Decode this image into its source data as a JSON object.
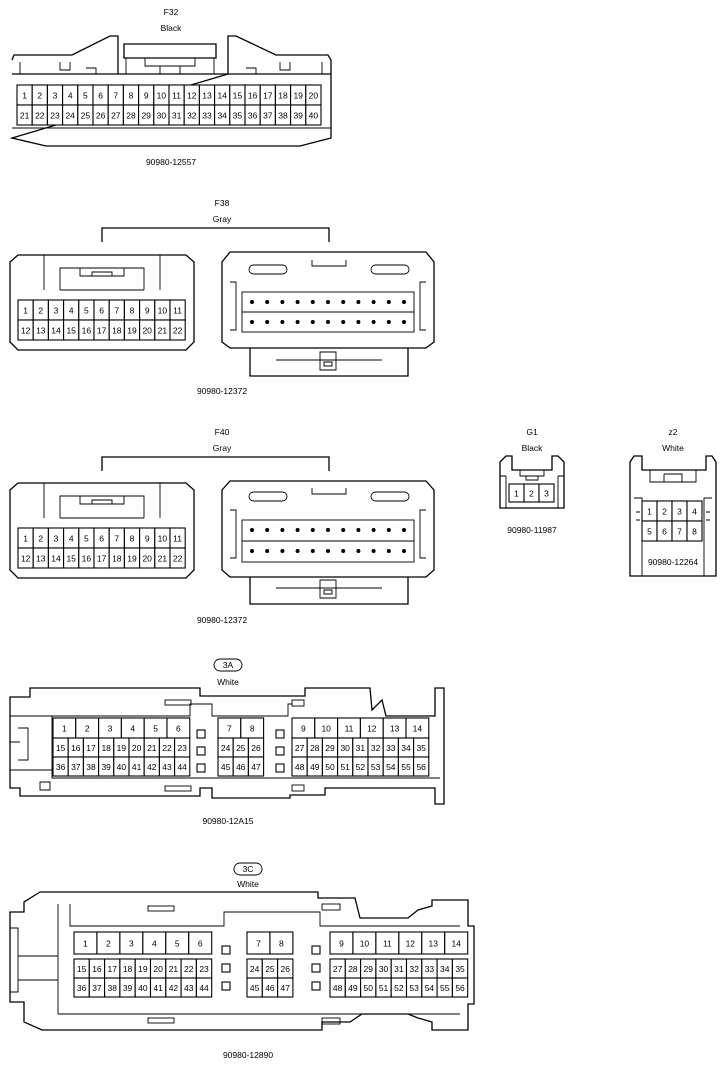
{
  "connectors": [
    {
      "id": "f32",
      "code": "F32",
      "color": "Black",
      "part": "90980-12557",
      "pins": [
        [
          "1",
          "2",
          "3",
          "4",
          "5",
          "6",
          "7",
          "8",
          "9",
          "10",
          "11",
          "12",
          "13",
          "14",
          "15",
          "16",
          "17",
          "18",
          "19",
          "20"
        ],
        [
          "21",
          "22",
          "23",
          "24",
          "25",
          "26",
          "27",
          "28",
          "29",
          "30",
          "31",
          "32",
          "33",
          "34",
          "35",
          "36",
          "37",
          "38",
          "39",
          "40"
        ]
      ]
    },
    {
      "id": "f38",
      "code": "F38",
      "color": "Gray",
      "part": "90980-12372",
      "pins": [
        [
          "1",
          "2",
          "3",
          "4",
          "5",
          "6",
          "7",
          "8",
          "9",
          "10",
          "11"
        ],
        [
          "12",
          "13",
          "14",
          "15",
          "16",
          "17",
          "18",
          "19",
          "20",
          "21",
          "22"
        ]
      ]
    },
    {
      "id": "f40",
      "code": "F40",
      "color": "Gray",
      "part": "90980-12372",
      "pins": [
        [
          "1",
          "2",
          "3",
          "4",
          "5",
          "6",
          "7",
          "8",
          "9",
          "10",
          "11"
        ],
        [
          "12",
          "13",
          "14",
          "15",
          "16",
          "17",
          "18",
          "19",
          "20",
          "21",
          "22"
        ]
      ]
    },
    {
      "id": "g1",
      "code": "G1",
      "color": "Black",
      "part": "90980-11987",
      "pins": [
        [
          "1",
          "2",
          "3"
        ]
      ]
    },
    {
      "id": "z2",
      "code": "z2",
      "color": "White",
      "part": "90980-12264",
      "pins": [
        [
          "1",
          "2",
          "3",
          "4"
        ],
        [
          "5",
          "6",
          "7",
          "8"
        ]
      ]
    },
    {
      "id": "c3a",
      "code": "3A",
      "color": "White",
      "part": "90980-12A15",
      "blocks": [
        {
          "top": [
            "1",
            "2",
            "3",
            "4",
            "5",
            "6"
          ],
          "r2": [
            "15",
            "16",
            "17",
            "18",
            "19",
            "20",
            "21",
            "22",
            "23"
          ],
          "r3": [
            "36",
            "37",
            "38",
            "39",
            "40",
            "41",
            "42",
            "43",
            "44"
          ]
        },
        {
          "top": [
            "7",
            "8"
          ],
          "r2": [
            "24",
            "25",
            "26"
          ],
          "r3": [
            "45",
            "46",
            "47"
          ]
        },
        {
          "top": [
            "9",
            "10",
            "11",
            "12",
            "13",
            "14"
          ],
          "r2": [
            "27",
            "28",
            "29",
            "30",
            "31",
            "32",
            "33",
            "34",
            "35"
          ],
          "r3": [
            "48",
            "49",
            "50",
            "51",
            "52",
            "53",
            "54",
            "55",
            "56"
          ]
        }
      ]
    },
    {
      "id": "c3c",
      "code": "3C",
      "color": "White",
      "part": "90980-12890",
      "blocks": [
        {
          "top": [
            "1",
            "2",
            "3",
            "4",
            "5",
            "6"
          ],
          "r2": [
            "15",
            "16",
            "17",
            "18",
            "19",
            "20",
            "21",
            "22",
            "23"
          ],
          "r3": [
            "36",
            "37",
            "38",
            "39",
            "40",
            "41",
            "42",
            "43",
            "44"
          ]
        },
        {
          "top": [
            "7",
            "8"
          ],
          "r2": [
            "24",
            "25",
            "26"
          ],
          "r3": [
            "45",
            "46",
            "47"
          ]
        },
        {
          "top": [
            "9",
            "10",
            "11",
            "12",
            "13",
            "14"
          ],
          "r2": [
            "27",
            "28",
            "29",
            "30",
            "31",
            "32",
            "33",
            "34",
            "35"
          ],
          "r3": [
            "48",
            "49",
            "50",
            "51",
            "52",
            "53",
            "54",
            "55",
            "56"
          ]
        }
      ]
    }
  ]
}
